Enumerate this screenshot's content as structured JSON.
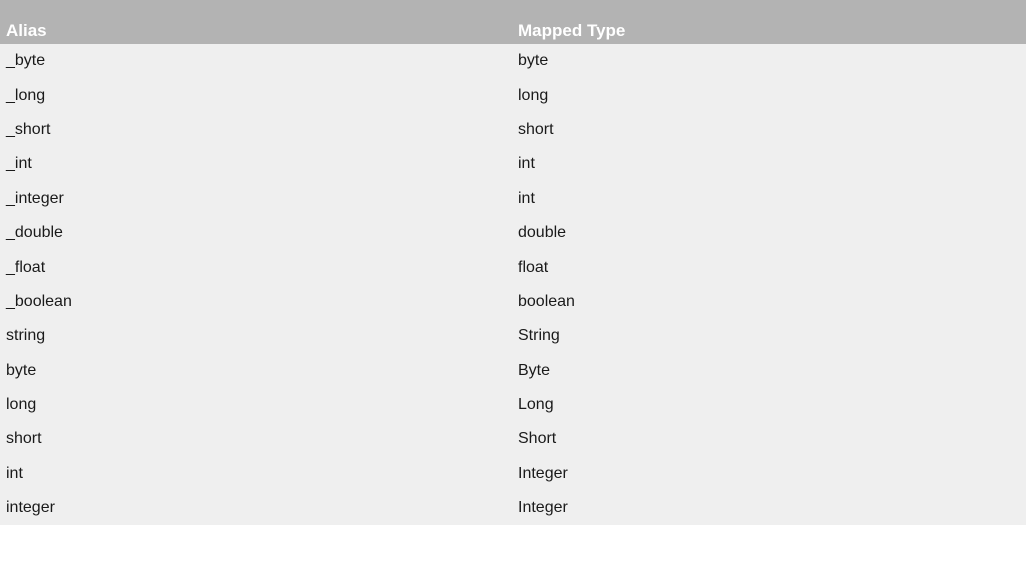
{
  "table": {
    "headers": {
      "alias": "Alias",
      "mapped_type": "Mapped Type"
    },
    "rows": [
      {
        "alias": "_byte",
        "mapped_type": "byte"
      },
      {
        "alias": "_long",
        "mapped_type": "long"
      },
      {
        "alias": "_short",
        "mapped_type": "short"
      },
      {
        "alias": "_int",
        "mapped_type": "int"
      },
      {
        "alias": "_integer",
        "mapped_type": "int"
      },
      {
        "alias": "_double",
        "mapped_type": "double"
      },
      {
        "alias": "_float",
        "mapped_type": "float"
      },
      {
        "alias": "_boolean",
        "mapped_type": "boolean"
      },
      {
        "alias": "string",
        "mapped_type": "String"
      },
      {
        "alias": "byte",
        "mapped_type": "Byte"
      },
      {
        "alias": "long",
        "mapped_type": "Long"
      },
      {
        "alias": "short",
        "mapped_type": "Short"
      },
      {
        "alias": "int",
        "mapped_type": "Integer"
      },
      {
        "alias": "integer",
        "mapped_type": "Integer"
      }
    ]
  },
  "colors": {
    "header_background": "#b3b3b3",
    "header_text": "#ffffff",
    "row_background": "#efefef",
    "row_text": "#1a1a1a"
  }
}
